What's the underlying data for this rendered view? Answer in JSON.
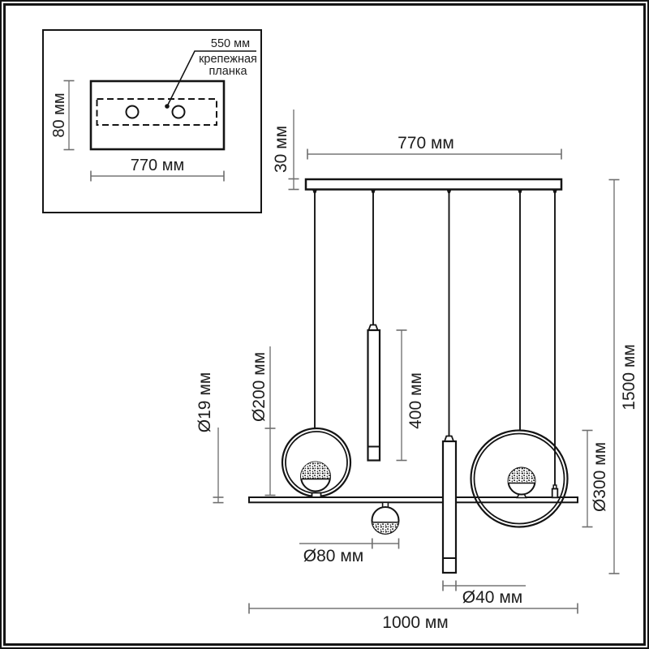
{
  "colors": {
    "drawing_line": "#141414",
    "dimension_line": "#767676",
    "text": "#1d1d1d",
    "background": "#ffffff"
  },
  "inset": {
    "callout_value": "550 мм",
    "callout_label_line1": "крепежная",
    "callout_label_line2": "планка",
    "plate_height": "80 мм",
    "plate_width": "770 мм"
  },
  "main": {
    "canopy_width": "770 мм",
    "canopy_thickness": "30 мм",
    "small_ring_diameter": "Ø200 мм",
    "rod_thickness": "Ø19 мм",
    "tube_length": "400 мм",
    "large_ring_diameter": "Ø300 мм",
    "overall_height": "1500 мм",
    "sphere_diameter": "Ø80 мм",
    "tube_diameter": "Ø40 мм",
    "overall_width": "1000 мм"
  }
}
